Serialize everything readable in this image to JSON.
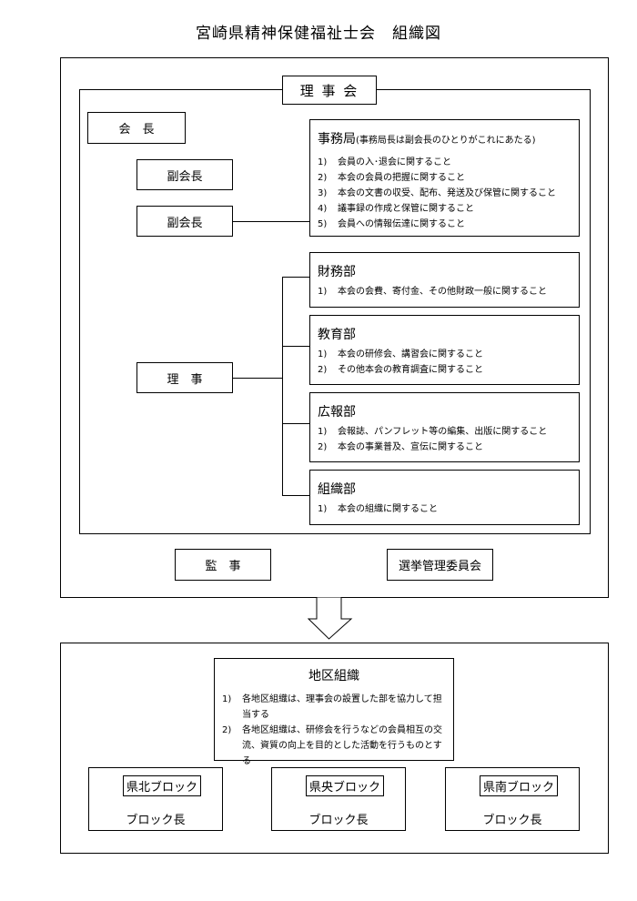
{
  "title": "宮崎県精神保健福祉士会　組織図",
  "board": {
    "label": "理 事 会",
    "president": "会　長",
    "vice_presidents": [
      "副会長",
      "副会長"
    ],
    "directors": "理　事",
    "auditor": "監　事",
    "election_committee": "選挙管理委員会"
  },
  "secretariat": {
    "title": "事務局",
    "note": "(事務局長は副会長のひとりがこれにあたる)",
    "items": [
      {
        "num": "1)",
        "text": "会員の入･退会に関すること"
      },
      {
        "num": "2)",
        "text": "本会の会員の把握に関すること"
      },
      {
        "num": "3)",
        "text": "本会の文書の収受、配布、発送及び保管に関すること"
      },
      {
        "num": "4)",
        "text": "議事録の作成と保管に関すること"
      },
      {
        "num": "5)",
        "text": "会員への情報伝達に関すること"
      }
    ]
  },
  "departments": [
    {
      "title": "財務部",
      "items": [
        {
          "num": "1)",
          "text": "本会の会費、寄付金、その他財政一般に関すること"
        }
      ]
    },
    {
      "title": "教育部",
      "items": [
        {
          "num": "1)",
          "text": "本会の研修会、講習会に関すること"
        },
        {
          "num": "2)",
          "text": "その他本会の教育調査に関すること"
        }
      ]
    },
    {
      "title": "広報部",
      "items": [
        {
          "num": "1)",
          "text": "会報誌、パンフレット等の編集、出版に関すること"
        },
        {
          "num": "2)",
          "text": "本会の事業普及、宣伝に関すること"
        }
      ]
    },
    {
      "title": "組織部",
      "items": [
        {
          "num": "1)",
          "text": "本会の組織に関すること"
        }
      ]
    }
  ],
  "district": {
    "title": "地区組織",
    "items": [
      {
        "num": "1)",
        "text": "各地区組織は、理事会の設置した部を協力して担当する"
      },
      {
        "num": "2)",
        "text": "各地区組織は、研修会を行うなどの会員相互の交流、資質の向上を目的とした活動を行うものとする"
      }
    ],
    "blocks": [
      {
        "name": "県北ブロック",
        "head": "ブロック長"
      },
      {
        "name": "県央ブロック",
        "head": "ブロック長"
      },
      {
        "name": "県南ブロック",
        "head": "ブロック長"
      }
    ]
  }
}
